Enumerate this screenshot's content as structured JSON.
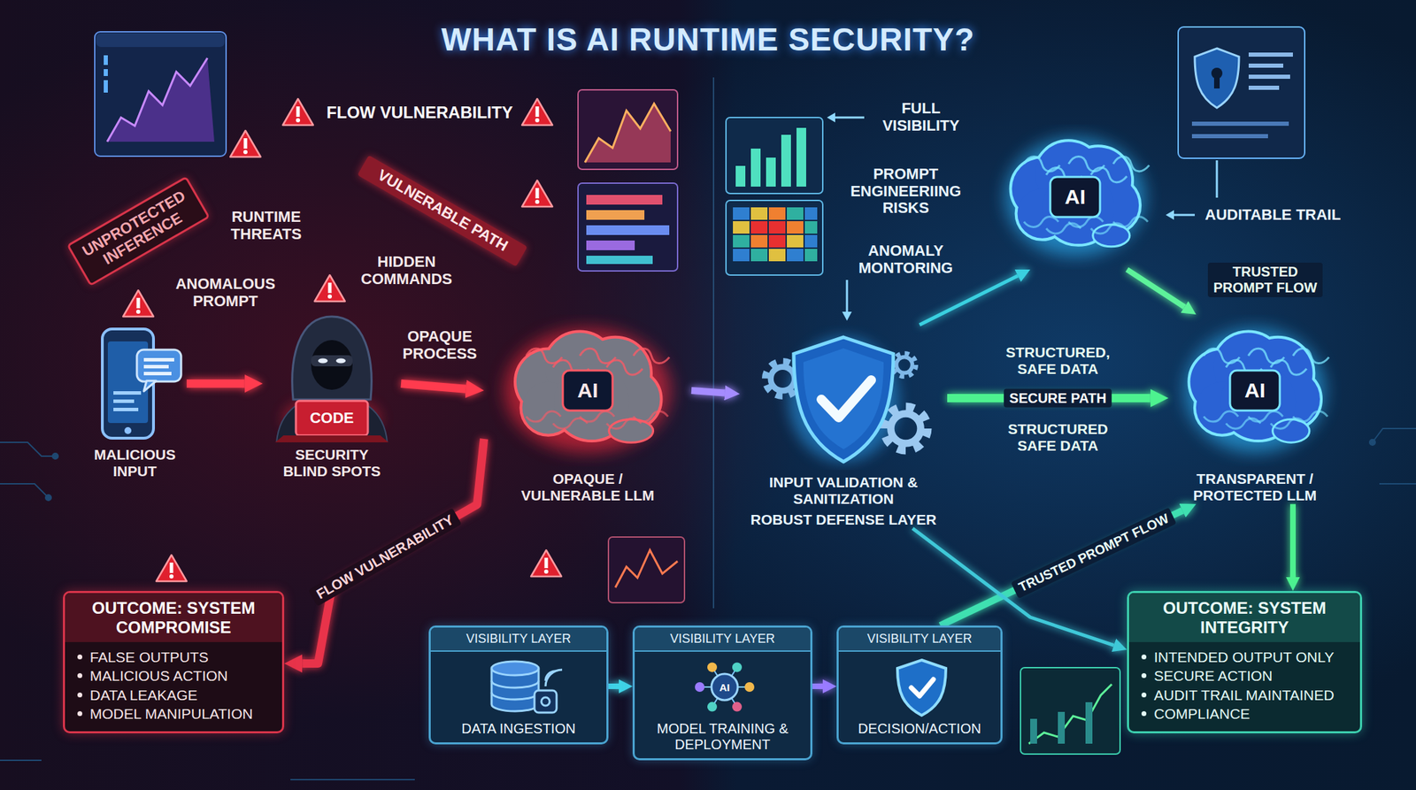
{
  "diagram": {
    "title": "WHAT IS AI RUNTIME SECURITY?",
    "nodes": [
      {
        "text": [
          "UNPROTECTED INFERENCE"
        ]
      },
      {
        "text": [
          "MALICIOUS INPUT"
        ]
      },
      {
        "text": [
          "CODE",
          "SECURITY BLIND SPOTS"
        ]
      },
      {
        "text": [
          "AI",
          "OPAQUE / VULNERABLE LLM"
        ]
      },
      {
        "text": [
          "OUTCOME: SYSTEM COMPROMISE",
          "FALSE OUTPUTS",
          "MALICIOUS ACTION",
          "DATA LEAKAGE",
          "MODEL MANIPULATION"
        ]
      },
      {
        "text": [
          "VISIBILITY LAYER",
          "DATA INGESTION"
        ]
      },
      {
        "text": [
          "VISIBILITY LAYER",
          "AI",
          "MODEL TRAINING & DEPLOYMENT"
        ]
      },
      {
        "text": [
          "VISIBILITY LAYER",
          "DECISION/ACTION"
        ]
      },
      {
        "text": [
          "INPUT VALIDATION & SANITIZATION",
          "ROBUST DEFENSE LAYER"
        ]
      },
      {
        "text": [
          "AI"
        ]
      },
      {
        "text": [
          "AI",
          "TRANSPARENT / PROTECTED LLM"
        ]
      },
      {
        "text": [
          "OUTCOME: SYSTEM INTEGRITY",
          "INTENDED OUTPUT ONLY",
          "SECURE ACTION",
          "AUDIT TRAIL MAINTAINED",
          "COMPLIANCE"
        ]
      }
    ],
    "edges": [
      {
        "from": 1,
        "to": 2,
        "arrow": "to"
      },
      {
        "from": 2,
        "to": 3,
        "arrow": "to"
      },
      {
        "from": 3,
        "to": 8,
        "arrow": "to"
      },
      {
        "from": 8,
        "to": 10,
        "label": "SECURE PATH",
        "arrow": "to"
      },
      {
        "from": 5,
        "to": 6,
        "arrow": "to"
      },
      {
        "from": 6,
        "to": 7,
        "arrow": "to"
      },
      {
        "from": 3,
        "to": 4,
        "label": "FLOW VULNERABILITY",
        "arrow": "to"
      },
      {
        "from": 8,
        "to": 9,
        "arrow": "to"
      },
      {
        "from": 9,
        "to": 10,
        "label": "TRUSTED PROMPT FLOW",
        "arrow": "to"
      },
      {
        "from": 7,
        "to": 10,
        "label": "TRUSTED PROMPT FLOW",
        "arrow": "to"
      },
      {
        "from": 8,
        "to": 11,
        "arrow": "to"
      },
      {
        "from": 10,
        "to": 11,
        "arrow": "to"
      }
    ],
    "labels": [
      "FLOW VULNERABILITY",
      "RUNTIME THREATS",
      "ANOMALOUS PROMPT",
      "HIDDEN COMMANDS",
      "VULNERABLE PATH",
      "OPAQUE PROCESS",
      "FULL VISIBILITY",
      "PROMPT ENGINEERIING RISKS",
      "ANOMALY MONTORING",
      "AUDITABLE TRAIL",
      "STRUCTURED, SAFE DATA",
      "STRUCTURED SAFE DATA"
    ]
  }
}
